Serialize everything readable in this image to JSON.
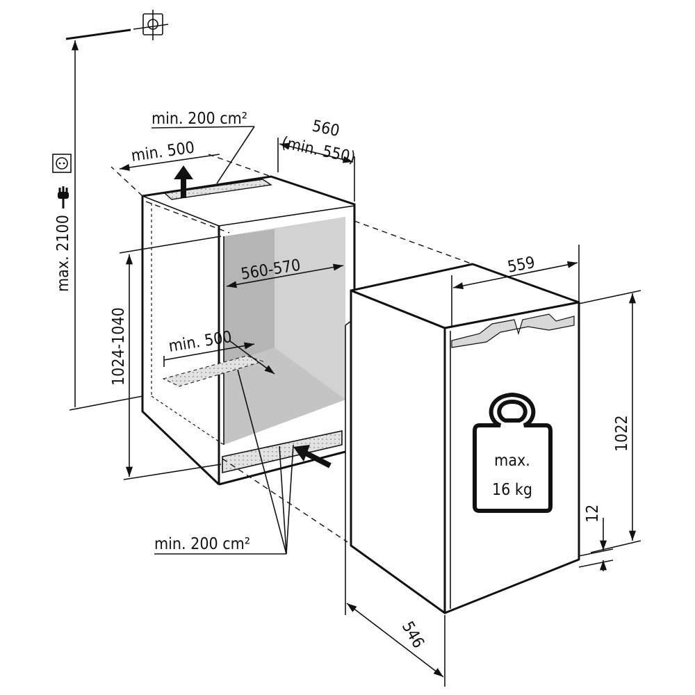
{
  "title": "Installation dimensions drawing",
  "labels": {
    "max_height": "max. 2100",
    "niche_height": "1024-1040",
    "niche_width": "560-570",
    "top_depth": "min. 500",
    "bottom_depth": "min. 500",
    "top_vent": "min. 200 cm²",
    "bottom_vent": "min. 200 cm²",
    "niche_depth": "560",
    "niche_depth_min": "(min. 550)",
    "appliance_width": "559",
    "appliance_height": "1022",
    "plinth": "12",
    "appliance_depth": "546",
    "weight_line1": "max.",
    "weight_line2": "16 kg"
  },
  "icons": [
    "crosshair-icon",
    "socket-icon",
    "plug-icon",
    "weight-icon",
    "airflow-arrow-icon"
  ],
  "colors": {
    "line": "#111111",
    "niche_fill": "#cfcfcf",
    "niche_side": "#b8b8b8",
    "vent": "#dcdcdc"
  }
}
